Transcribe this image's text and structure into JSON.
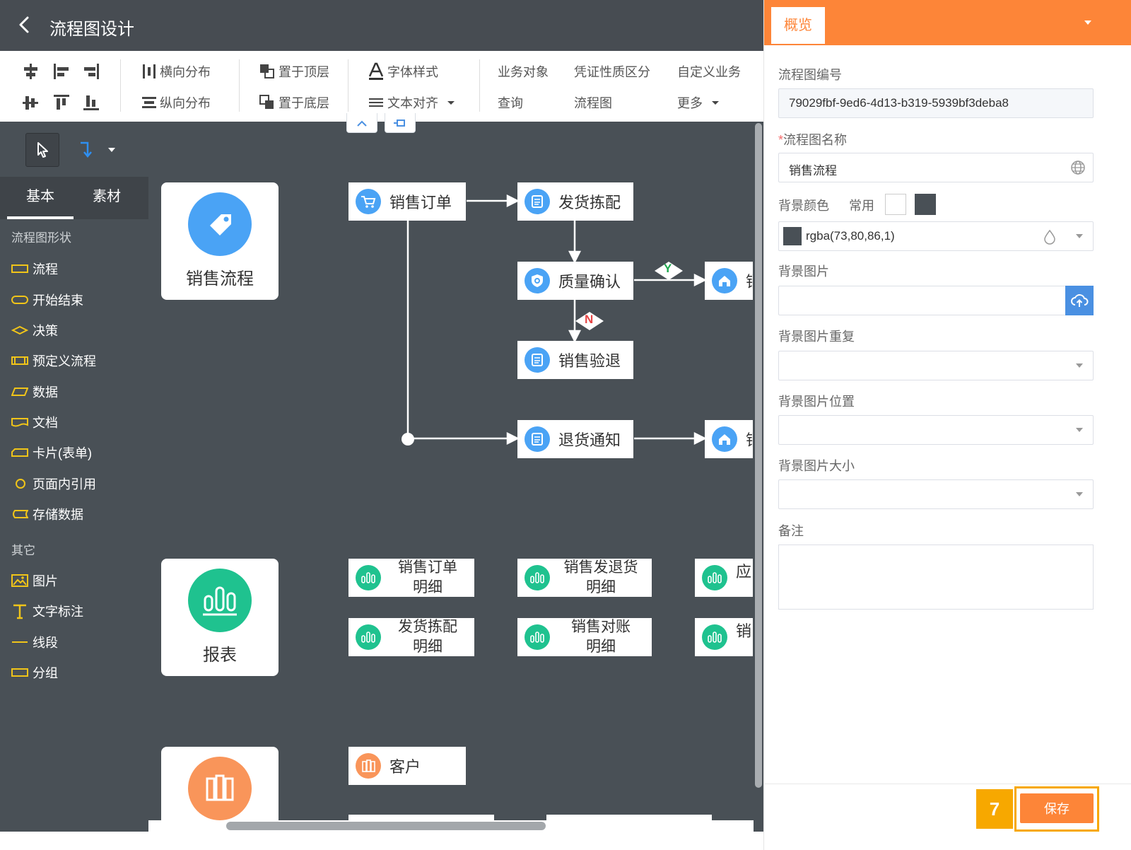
{
  "window": {
    "title": "流程图设计"
  },
  "toolbar": {
    "align_center_h": "",
    "align_left": "",
    "align_right": "",
    "h_distribute": "横向分布",
    "v_distribute": "纵向分布",
    "bring_top": "置于顶层",
    "send_bottom": "置于底层",
    "font_style": "字体样式",
    "text_align": "文本对齐",
    "biz_object": "业务对象",
    "query": "查询",
    "voucher_type": "凭证性质区分",
    "flowchart": "流程图",
    "custom_biz": "自定义业务",
    "more": "更多"
  },
  "left_panel": {
    "tabs": [
      "基本",
      "素材"
    ],
    "section_shapes": "流程图形状",
    "shapes": [
      "流程",
      "开始结束",
      "决策",
      "预定义流程",
      "数据",
      "文档",
      "卡片(表单)",
      "页面内引用",
      "存储数据"
    ],
    "section_other": "其它",
    "others": [
      "图片",
      "文字标注",
      "线段",
      "分组"
    ]
  },
  "canvas": {
    "cards": [
      "销售流程",
      "报表",
      ""
    ],
    "nodes": {
      "sales_order": "销售订单",
      "ship_pick": "发货拣配",
      "quality": "质量确认",
      "sales_return": "销售验退",
      "return_notice": "退货通知",
      "partial1": "销",
      "partial2": "销",
      "customer": "客户"
    },
    "reports": [
      "销售订单明细",
      "销售发退货明细",
      "发货拣配明细",
      "销售对账明细"
    ],
    "report_lines": {
      "r1a": "销售订单",
      "r1b": "明细",
      "r2a": "销售发退货",
      "r2b": "明细",
      "r3a": "发货拣配",
      "r3b": "明细",
      "r4a": "销售对账",
      "r4b": "明细",
      "r5": "应",
      "r6": "销"
    },
    "decision_yes": "Y",
    "decision_no": "N"
  },
  "right_panel": {
    "tab": "概览",
    "id_label": "流程图编号",
    "id_value": "79029fbf-9ed6-4d13-b319-5939bf3deba8",
    "name_label": "流程图名称",
    "name_required": "*",
    "name_value": "销售流程",
    "bg_color_label": "背景颜色",
    "common_label": "常用",
    "bg_color_value": "rgba(73,80,86,1)",
    "bg_image_label": "背景图片",
    "bg_repeat_label": "背景图片重复",
    "bg_position_label": "背景图片位置",
    "bg_size_label": "背景图片大小",
    "remark_label": "备注",
    "step_badge": "7",
    "save_label": "保存"
  },
  "colors": {
    "canvas_bg": "#495056",
    "accent": "#fd8538",
    "node_blue": "#4aa3f5",
    "report_green": "#1fc28f",
    "orange_icon": "#f9955a"
  }
}
